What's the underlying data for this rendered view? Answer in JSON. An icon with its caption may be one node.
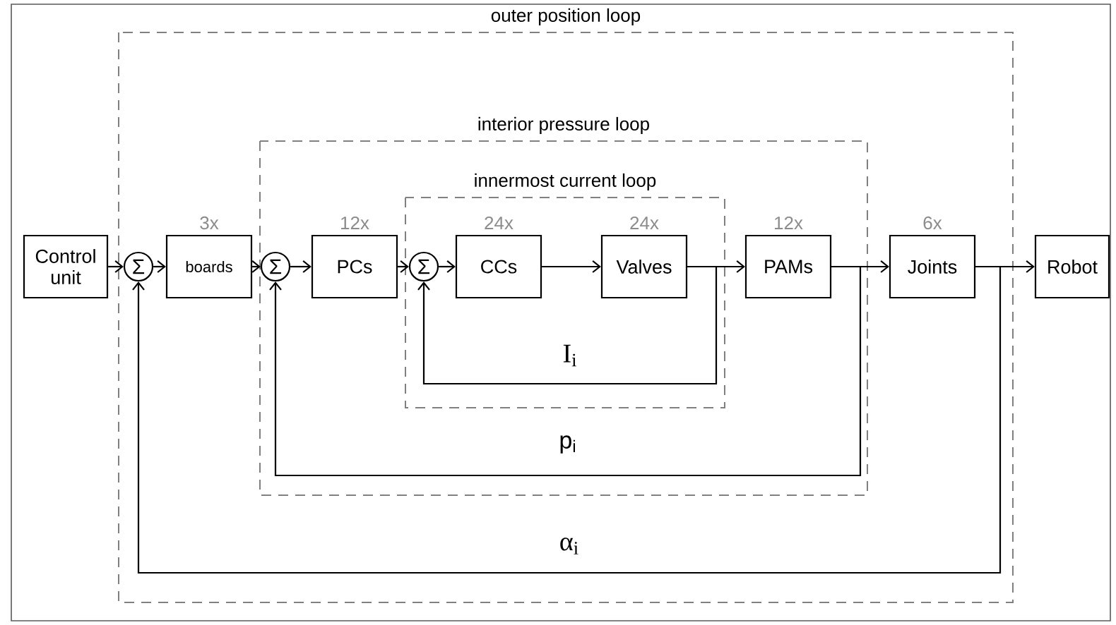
{
  "diagram": {
    "nodes": [
      {
        "text": [
          "outer position loop"
        ]
      },
      {
        "text": [
          "interior pressure loop"
        ],
        "in": 0
      },
      {
        "text": [
          "innermost current loop"
        ],
        "in": 1
      },
      {
        "text": [
          "Control unit"
        ]
      },
      {
        "text": [
          "Σ"
        ],
        "in": 0
      },
      {
        "text": [
          "boards"
        ],
        "beside": [
          "3x"
        ],
        "in": 0
      },
      {
        "text": [
          "Σ"
        ],
        "in": 1
      },
      {
        "text": [
          "PCs"
        ],
        "beside": [
          "12x"
        ],
        "in": 1
      },
      {
        "text": [
          "Σ"
        ],
        "in": 2
      },
      {
        "text": [
          "CCs"
        ],
        "beside": [
          "24x"
        ],
        "in": 2
      },
      {
        "text": [
          "Valves"
        ],
        "beside": [
          "24x"
        ],
        "in": 2
      },
      {
        "text": [
          "PAMs"
        ],
        "beside": [
          "12x"
        ],
        "in": 1
      },
      {
        "text": [
          "Joints"
        ],
        "beside": [
          "6x"
        ],
        "in": 0
      },
      {
        "text": [
          "Robot"
        ]
      }
    ],
    "edges": [
      {
        "from": 3,
        "to": 4,
        "arrow": "to"
      },
      {
        "from": 4,
        "to": 5,
        "arrow": "to"
      },
      {
        "from": 5,
        "to": 6,
        "arrow": "to"
      },
      {
        "from": 6,
        "to": 7,
        "arrow": "to"
      },
      {
        "from": 7,
        "to": 8,
        "arrow": "to"
      },
      {
        "from": 8,
        "to": 9,
        "arrow": "to"
      },
      {
        "from": 9,
        "to": 10,
        "arrow": "to"
      },
      {
        "from": 10,
        "to": 11,
        "arrow": "to"
      },
      {
        "from": 11,
        "to": 12,
        "arrow": "to"
      },
      {
        "from": 12,
        "to": 13,
        "arrow": "to"
      },
      {
        "from": 10,
        "to": 8,
        "arrow": "to",
        "label": "I$_{i}$"
      },
      {
        "from": 11,
        "to": 6,
        "arrow": "to",
        "label": "p$_{i}$"
      },
      {
        "from": 12,
        "to": 4,
        "arrow": "to",
        "label": "α$_{i}$"
      }
    ]
  }
}
